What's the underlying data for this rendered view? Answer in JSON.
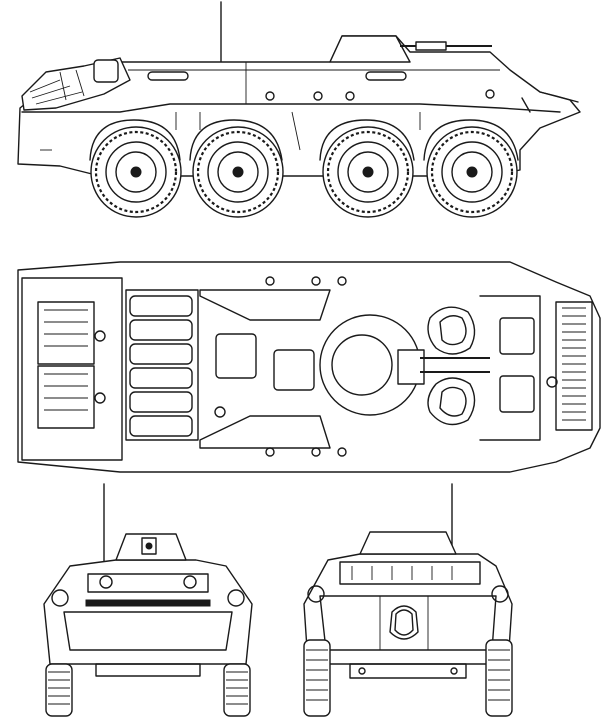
{
  "drawing": {
    "views": [
      "side-view",
      "top-view",
      "front-view",
      "rear-view"
    ],
    "side_view": {
      "road_wheels": 4
    },
    "top_view": {
      "hatches": 6,
      "turret": true
    },
    "colors": {
      "ink": "#1a1a1a",
      "paper": "#ffffff"
    }
  }
}
